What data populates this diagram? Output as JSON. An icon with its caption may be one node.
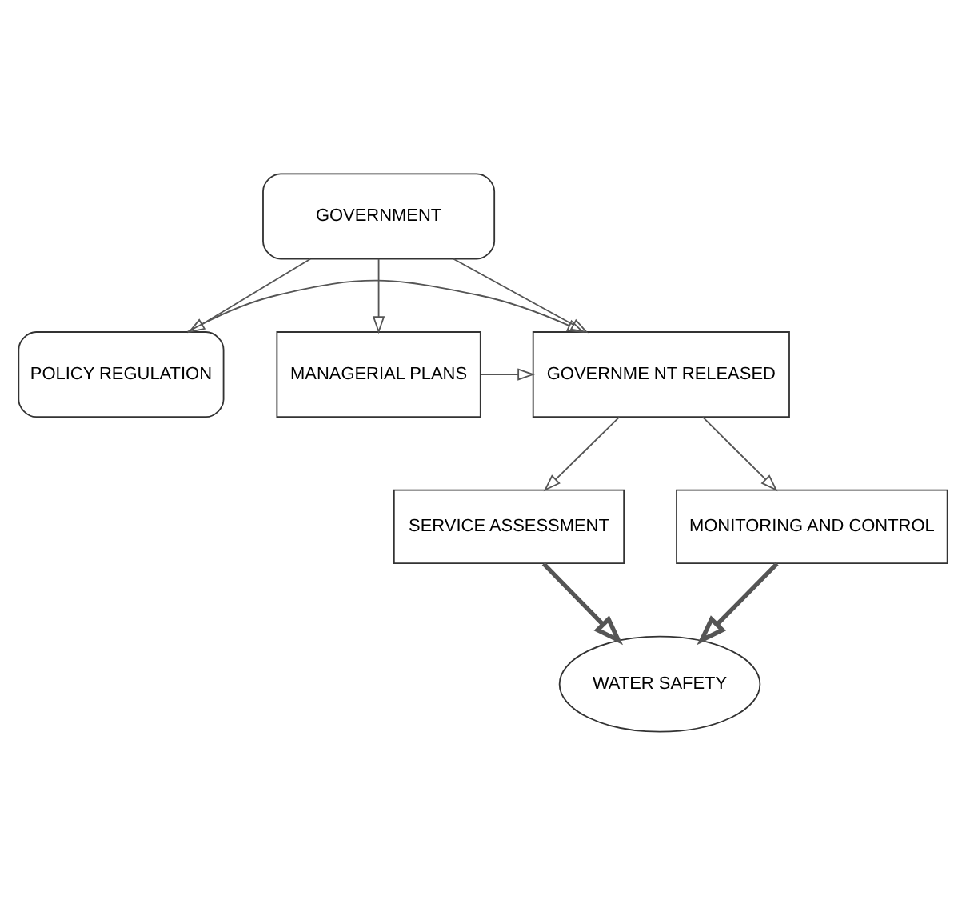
{
  "diagram": {
    "nodes": [
      {
        "text": [
          "GOVERNMENT"
        ]
      },
      {
        "text": [
          "POLICY REGULATION"
        ]
      },
      {
        "text": [
          "GOVERNME NT RELEASED"
        ]
      },
      {
        "text": [
          "MANAGERIAL PLANS"
        ]
      },
      {
        "text": [
          "SERVICE ASSESSMENT"
        ]
      },
      {
        "text": [
          "MONITORING AND CONTROL"
        ]
      },
      {
        "text": [
          "WATER SAFETY"
        ]
      }
    ],
    "edges": [
      {
        "from": 0,
        "to": 1,
        "arrow": "to"
      },
      {
        "from": 0,
        "to": 2,
        "arrow": "to"
      },
      {
        "from": 0,
        "to": 3,
        "arrow": "to"
      },
      {
        "from": 1,
        "to": 2,
        "arrow": "to"
      },
      {
        "from": 3,
        "to": 2,
        "arrow": "to"
      },
      {
        "from": 2,
        "to": 4,
        "arrow": "to"
      },
      {
        "from": 2,
        "to": 5,
        "arrow": "to"
      },
      {
        "from": 4,
        "to": 6,
        "arrow": "to",
        "style": "thick"
      },
      {
        "from": 5,
        "to": 6,
        "arrow": "to",
        "style": "thick"
      }
    ]
  }
}
